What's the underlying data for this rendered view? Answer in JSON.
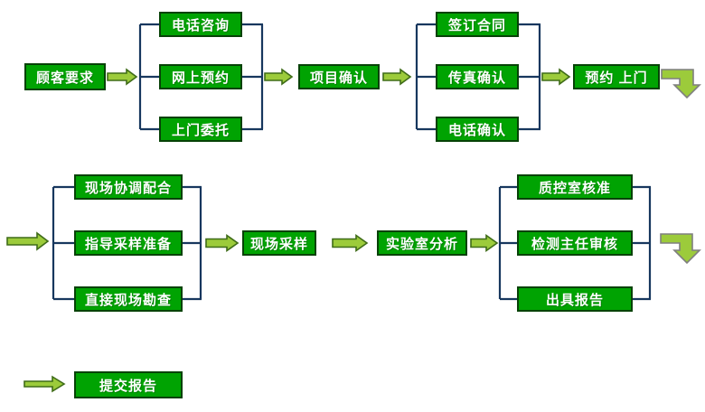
{
  "colors": {
    "box_fill": "#00A302",
    "box_border": "#074207",
    "arrow_fill": "#9CCB3B",
    "arrow_border": "#3F6C18",
    "bent_arrow_border": "#7F7F7F",
    "connector": "#17375E",
    "node_text": "#FFFFFF"
  },
  "nodes": {
    "customer_request": "顾客要求",
    "phone_consult": "电话咨询",
    "online_booking": "网上预约",
    "door_entrust": "上门委托",
    "project_confirm": "项目确认",
    "sign_contract": "签订合同",
    "fax_confirm": "传真确认",
    "phone_confirm": "电话确认",
    "appointment_visit": "预约 上门",
    "site_coordination": "现场协调配合",
    "guide_sampling_prep": "指导采样准备",
    "direct_site_survey": "直接现场勘查",
    "site_sampling": "现场采样",
    "lab_analysis": "实验室分析",
    "qc_room_approval": "质控室核准",
    "test_director_review": "检测主任审核",
    "issue_report": "出具报告",
    "submit_report": "提交报告"
  },
  "flow": [
    {
      "from": "customer_request",
      "to": [
        "phone_consult",
        "online_booking",
        "door_entrust"
      ]
    },
    {
      "from": [
        "phone_consult",
        "online_booking",
        "door_entrust"
      ],
      "to": "project_confirm"
    },
    {
      "from": "project_confirm",
      "to": [
        "sign_contract",
        "fax_confirm",
        "phone_confirm"
      ]
    },
    {
      "from": [
        "sign_contract",
        "fax_confirm",
        "phone_confirm"
      ],
      "to": "appointment_visit"
    },
    {
      "from": "appointment_visit",
      "to": [
        "site_coordination",
        "guide_sampling_prep",
        "direct_site_survey"
      ]
    },
    {
      "from": [
        "site_coordination",
        "guide_sampling_prep",
        "direct_site_survey"
      ],
      "to": "site_sampling"
    },
    {
      "from": "site_sampling",
      "to": "lab_analysis"
    },
    {
      "from": "lab_analysis",
      "to": [
        "qc_room_approval",
        "test_director_review",
        "issue_report"
      ]
    },
    {
      "from": [
        "qc_room_approval",
        "test_director_review",
        "issue_report"
      ],
      "to": "submit_report"
    }
  ]
}
